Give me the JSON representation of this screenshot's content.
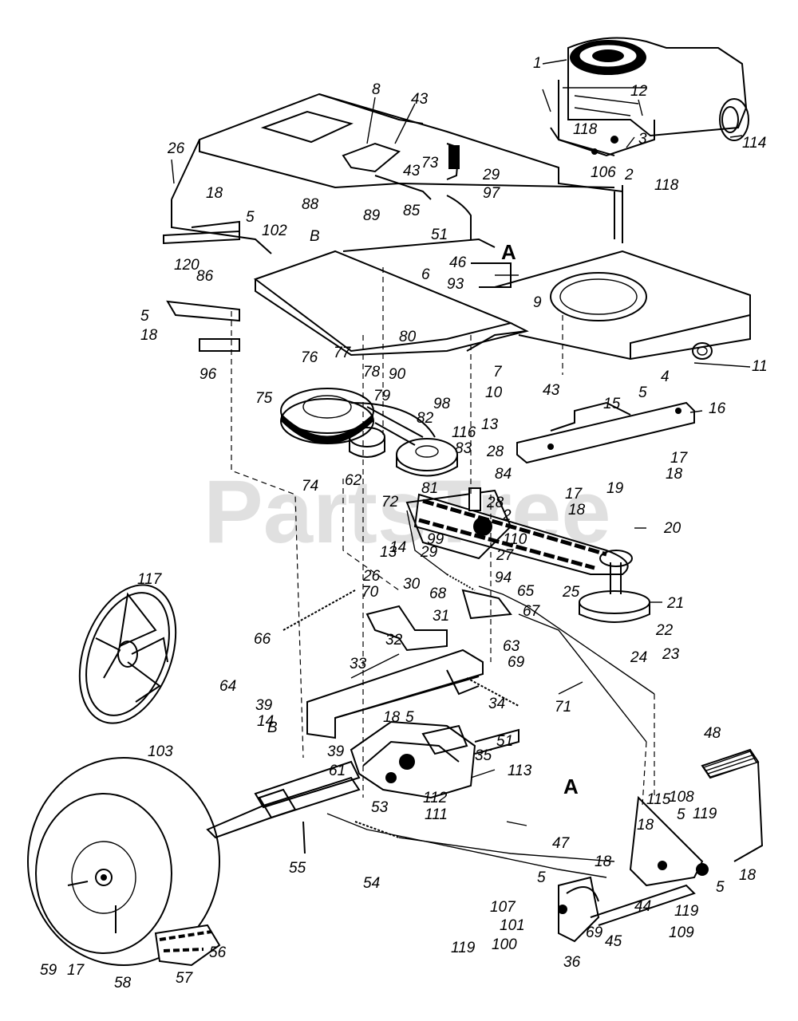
{
  "watermark": "PartsTree",
  "colors": {
    "ink": "#000000",
    "watermark": "#c8c8c8",
    "background": "#ffffff"
  },
  "callouts": [
    {
      "id": "c1",
      "text": "1"
    },
    {
      "id": "c12",
      "text": "12"
    },
    {
      "id": "c118a",
      "text": "118"
    },
    {
      "id": "c3",
      "text": "3"
    },
    {
      "id": "c114",
      "text": "114"
    },
    {
      "id": "c106",
      "text": "106"
    },
    {
      "id": "c2a",
      "text": "2"
    },
    {
      "id": "c118b",
      "text": "118"
    },
    {
      "id": "c8",
      "text": "8"
    },
    {
      "id": "c43a",
      "text": "43"
    },
    {
      "id": "c26a",
      "text": "26"
    },
    {
      "id": "c73",
      "text": "73"
    },
    {
      "id": "c43b",
      "text": "43"
    },
    {
      "id": "c29a",
      "text": "29"
    },
    {
      "id": "c97",
      "text": "97"
    },
    {
      "id": "c88",
      "text": "88"
    },
    {
      "id": "c89",
      "text": "89"
    },
    {
      "id": "c85",
      "text": "85"
    },
    {
      "id": "c51a",
      "text": "51"
    },
    {
      "id": "c18a",
      "text": "18"
    },
    {
      "id": "c5a",
      "text": "5"
    },
    {
      "id": "c102",
      "text": "102"
    },
    {
      "id": "cB1",
      "text": "B"
    },
    {
      "id": "c120",
      "text": "120"
    },
    {
      "id": "c46",
      "text": "46"
    },
    {
      "id": "cA1",
      "text": "A"
    },
    {
      "id": "c6",
      "text": "6"
    },
    {
      "id": "c93",
      "text": "93"
    },
    {
      "id": "c9",
      "text": "9"
    },
    {
      "id": "c86",
      "text": "86"
    },
    {
      "id": "c5b",
      "text": "5"
    },
    {
      "id": "c18b",
      "text": "18"
    },
    {
      "id": "c96",
      "text": "96"
    },
    {
      "id": "c80",
      "text": "80"
    },
    {
      "id": "c11",
      "text": "11"
    },
    {
      "id": "c76",
      "text": "76"
    },
    {
      "id": "c77",
      "text": "77"
    },
    {
      "id": "c78",
      "text": "78"
    },
    {
      "id": "c90",
      "text": "90"
    },
    {
      "id": "c7",
      "text": "7"
    },
    {
      "id": "c43c",
      "text": "43"
    },
    {
      "id": "c4",
      "text": "4"
    },
    {
      "id": "c10",
      "text": "10"
    },
    {
      "id": "c15",
      "text": "15"
    },
    {
      "id": "c5c",
      "text": "5"
    },
    {
      "id": "c75",
      "text": "75"
    },
    {
      "id": "c79",
      "text": "79"
    },
    {
      "id": "c98",
      "text": "98"
    },
    {
      "id": "c82",
      "text": "82"
    },
    {
      "id": "c16",
      "text": "16"
    },
    {
      "id": "c13a",
      "text": "13"
    },
    {
      "id": "c116",
      "text": "116"
    },
    {
      "id": "c83",
      "text": "83"
    },
    {
      "id": "c28a",
      "text": "28"
    },
    {
      "id": "c17a",
      "text": "17"
    },
    {
      "id": "c18c",
      "text": "18"
    },
    {
      "id": "c74",
      "text": "74"
    },
    {
      "id": "c62",
      "text": "62"
    },
    {
      "id": "c84",
      "text": "84"
    },
    {
      "id": "c72",
      "text": "72"
    },
    {
      "id": "c81",
      "text": "81"
    },
    {
      "id": "c17b",
      "text": "17"
    },
    {
      "id": "c18d",
      "text": "18"
    },
    {
      "id": "c19",
      "text": "19"
    },
    {
      "id": "c28b",
      "text": "28"
    },
    {
      "id": "c2b",
      "text": "2"
    },
    {
      "id": "c20",
      "text": "20"
    },
    {
      "id": "c99",
      "text": "99"
    },
    {
      "id": "c110",
      "text": "110"
    },
    {
      "id": "c14a",
      "text": "14"
    },
    {
      "id": "c13b",
      "text": "13"
    },
    {
      "id": "c29b",
      "text": "29"
    },
    {
      "id": "c27",
      "text": "27"
    },
    {
      "id": "c94",
      "text": "94"
    },
    {
      "id": "c117",
      "text": "117"
    },
    {
      "id": "c26b",
      "text": "26"
    },
    {
      "id": "c70",
      "text": "70"
    },
    {
      "id": "c30",
      "text": "30"
    },
    {
      "id": "c68",
      "text": "68"
    },
    {
      "id": "c65",
      "text": "65"
    },
    {
      "id": "c67",
      "text": "67"
    },
    {
      "id": "c25",
      "text": "25"
    },
    {
      "id": "c21",
      "text": "21"
    },
    {
      "id": "c31",
      "text": "31"
    },
    {
      "id": "c66",
      "text": "66"
    },
    {
      "id": "c32",
      "text": "32"
    },
    {
      "id": "c22",
      "text": "22"
    },
    {
      "id": "c63",
      "text": "63"
    },
    {
      "id": "c23",
      "text": "23"
    },
    {
      "id": "c33",
      "text": "33"
    },
    {
      "id": "c69a",
      "text": "69"
    },
    {
      "id": "c24",
      "text": "24"
    },
    {
      "id": "c64",
      "text": "64"
    },
    {
      "id": "c39a",
      "text": "39"
    },
    {
      "id": "c14b",
      "text": "14"
    },
    {
      "id": "c34",
      "text": "34"
    },
    {
      "id": "cB2",
      "text": "B"
    },
    {
      "id": "c18e",
      "text": "18"
    },
    {
      "id": "c5d",
      "text": "5"
    },
    {
      "id": "c71",
      "text": "71"
    },
    {
      "id": "c103",
      "text": "103"
    },
    {
      "id": "c39b",
      "text": "39"
    },
    {
      "id": "c51b",
      "text": "51"
    },
    {
      "id": "c48",
      "text": "48"
    },
    {
      "id": "c35",
      "text": "35"
    },
    {
      "id": "c61",
      "text": "61"
    },
    {
      "id": "c113",
      "text": "113"
    },
    {
      "id": "c112",
      "text": "112"
    },
    {
      "id": "c53",
      "text": "53"
    },
    {
      "id": "c111",
      "text": "111"
    },
    {
      "id": "cA2",
      "text": "A"
    },
    {
      "id": "c115",
      "text": "115"
    },
    {
      "id": "c108",
      "text": "108"
    },
    {
      "id": "c119a",
      "text": "119"
    },
    {
      "id": "c55",
      "text": "55"
    },
    {
      "id": "c18f",
      "text": "18"
    },
    {
      "id": "c5e",
      "text": "5"
    },
    {
      "id": "c47",
      "text": "47"
    },
    {
      "id": "c54",
      "text": "54"
    },
    {
      "id": "c18g",
      "text": "18"
    },
    {
      "id": "c5f",
      "text": "5"
    },
    {
      "id": "c18h",
      "text": "18"
    },
    {
      "id": "c107",
      "text": "107"
    },
    {
      "id": "c5g",
      "text": "5"
    },
    {
      "id": "c119b",
      "text": "119"
    },
    {
      "id": "c101",
      "text": "101"
    },
    {
      "id": "c44",
      "text": "44"
    },
    {
      "id": "c100",
      "text": "100"
    },
    {
      "id": "c45",
      "text": "45"
    },
    {
      "id": "c109",
      "text": "109"
    },
    {
      "id": "c119c",
      "text": "119"
    },
    {
      "id": "c69b",
      "text": "69"
    },
    {
      "id": "c36",
      "text": "36"
    },
    {
      "id": "c56",
      "text": "56"
    },
    {
      "id": "c59",
      "text": "59"
    },
    {
      "id": "c17c",
      "text": "17"
    },
    {
      "id": "c58",
      "text": "58"
    },
    {
      "id": "c57",
      "text": "57"
    }
  ]
}
